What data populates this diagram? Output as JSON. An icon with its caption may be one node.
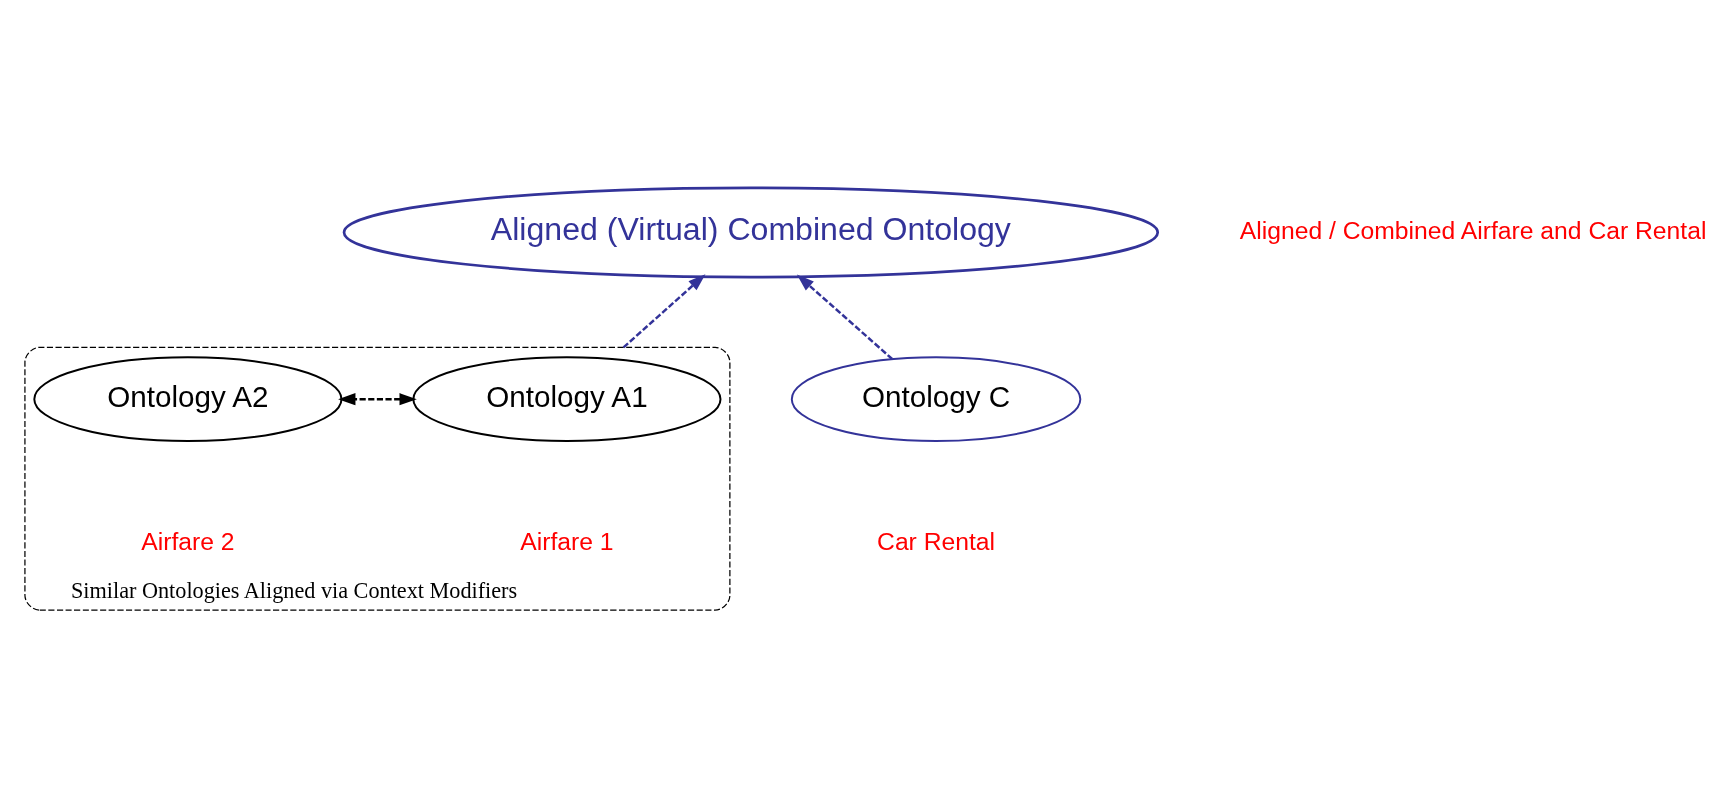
{
  "diagram": {
    "nodes": [
      {
        "text": [
          "Aligned (Virtual) Combined Ontology"
        ],
        "beside": [
          "Aligned / Combined Airfare and Car Rental"
        ]
      },
      {
        "text": [
          "Similar Ontologies Aligned via Context Modifiers"
        ]
      },
      {
        "text": [
          "Ontology A1"
        ],
        "in": 1,
        "beside": [
          "Airfare 1"
        ]
      },
      {
        "text": [
          "Ontology A2"
        ],
        "in": 1,
        "beside": [
          "Airfare 2"
        ]
      },
      {
        "text": [
          "Ontology C"
        ],
        "beside": [
          "Car Rental"
        ]
      }
    ],
    "edges": [
      {
        "from": 1,
        "to": 0,
        "arrow": "to",
        "style": "dashed"
      },
      {
        "from": 2,
        "to": 3,
        "arrow": "both",
        "style": "dashed",
        "color": "#000000"
      },
      {
        "from": 4,
        "to": 0,
        "arrow": "to",
        "style": "dashed"
      }
    ]
  }
}
